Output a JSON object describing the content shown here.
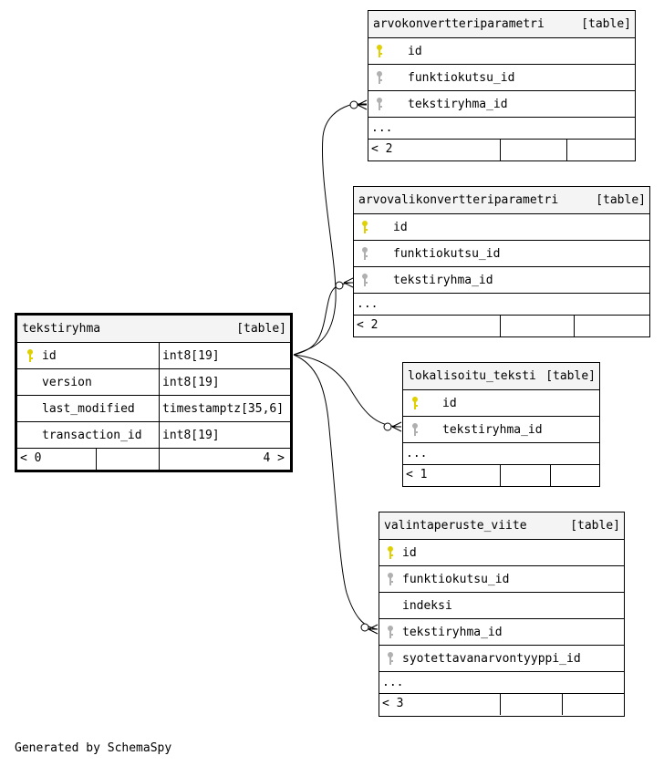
{
  "credit": "Generated by SchemaSpy",
  "tables": {
    "main": {
      "name": "tekstiryhma",
      "tag": "[table]",
      "columns": [
        {
          "name": "id",
          "type": "int8[19]"
        },
        {
          "name": "version",
          "type": "int8[19]"
        },
        {
          "name": "last_modified",
          "type": "timestamptz[35,6]"
        },
        {
          "name": "transaction_id",
          "type": "int8[19]"
        }
      ],
      "footer_left": "< 0",
      "footer_right": "4 >"
    },
    "t1": {
      "name": "arvokonvertteriparametri",
      "tag": "[table]",
      "columns": [
        "id",
        "funktiokutsu_id",
        "tekstiryhma_id"
      ],
      "more": "...",
      "footer_left": "< 2"
    },
    "t2": {
      "name": "arvovalikonvertteriparametri",
      "tag": "[table]",
      "columns": [
        "id",
        "funktiokutsu_id",
        "tekstiryhma_id"
      ],
      "more": "...",
      "footer_left": "< 2"
    },
    "t3": {
      "name": "lokalisoitu_teksti",
      "tag": "[table]",
      "columns": [
        "id",
        "tekstiryhma_id"
      ],
      "more": "...",
      "footer_left": "< 1"
    },
    "t4": {
      "name": "valintaperuste_viite",
      "tag": "[table]",
      "columns": [
        "id",
        "funktiokutsu_id",
        "indeksi",
        "tekstiryhma_id",
        "syotettavanarvontyyppi_id"
      ],
      "more": "...",
      "footer_left": "< 3"
    }
  },
  "colors": {
    "primary_key": "#e0d000",
    "foreign_key": "#b0b0b0",
    "header_bg": "#f4f4f4"
  }
}
